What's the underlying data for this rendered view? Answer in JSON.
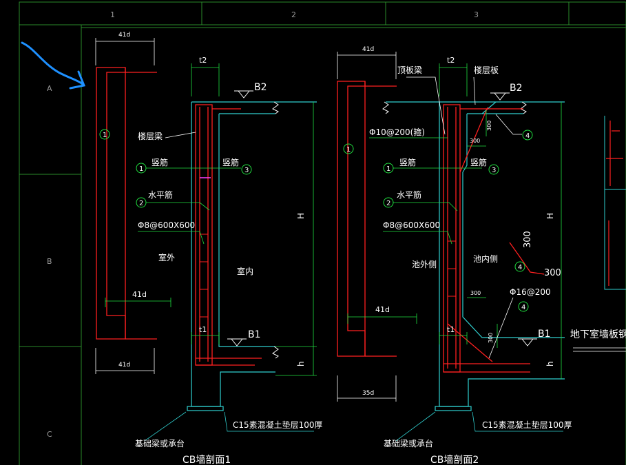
{
  "colors": {
    "background": "#000000",
    "frame": "#2a8a2a",
    "rebar": "#ff2020",
    "concrete": "#30d0d0",
    "dimension": "#20e040",
    "text": "#ffffff",
    "annotation": "#1e90ff",
    "grid_label": "#9a9a9a"
  },
  "grid": {
    "columns": [
      "1",
      "2",
      "3"
    ],
    "rows": [
      "A",
      "B",
      "C"
    ]
  },
  "left_section": {
    "top_dim": "41d",
    "mid_dim": "41d",
    "bottom_dim": "41d",
    "bar1_marker": "1",
    "floor_beam": "楼层梁",
    "vertical_bar": "竖筋",
    "vertical_bar_num": "1",
    "inner_vertical_bar": "竖筋",
    "inner_vertical_num": "3",
    "horizontal_bar": "水平筋",
    "horizontal_num": "2",
    "tie_spec": "Φ8@600X600",
    "outside": "室外",
    "inside": "室内",
    "thickness_t2": "t2",
    "thickness_t1": "t1",
    "level_b2": "B2",
    "level_b1": "B1",
    "height_h": "H",
    "height_small_h": "h",
    "cushion": "C15素混凝土垫层100厚",
    "foundation": "基础梁或承台",
    "title": "CB墙剖面1"
  },
  "right_section": {
    "top_dim": "41d",
    "mid_dim": "41d",
    "bottom_dim": "35d",
    "bar1_marker": "1",
    "roof_beam": "顶板梁",
    "floor_slab": "楼层板",
    "top_bar_spec": "Φ10@200(箍)",
    "haunch_dim_a": "300",
    "haunch_dim_b": "300",
    "bar4_top": "4",
    "vertical_bar": "竖筋",
    "vertical_bar_num": "1",
    "inner_vertical_bar": "竖筋",
    "inner_vertical_num": "3",
    "horizontal_bar": "水平筋",
    "horizontal_num": "2",
    "tie_spec": "Φ8@600X600",
    "outside": "池外侧",
    "inside": "池内侧",
    "thickness_t2": "t2",
    "thickness_t1": "t1",
    "level_b2": "B2",
    "level_b1": "B1",
    "height_h": "H",
    "height_small_h": "h",
    "detail_dim_vertical": "300",
    "detail_dim_horizontal": "300",
    "detail_num": "4",
    "bottom_haunch_dim_a": "300",
    "bottom_haunch_dim_b": "300",
    "bottom_bar_spec": "Φ16@200",
    "bottom_bar_num": "4",
    "cushion": "C15素混凝土垫层100厚",
    "foundation": "基础梁或承台",
    "title": "CB墙剖面2"
  },
  "side_note": "地下室墙板钢筋"
}
